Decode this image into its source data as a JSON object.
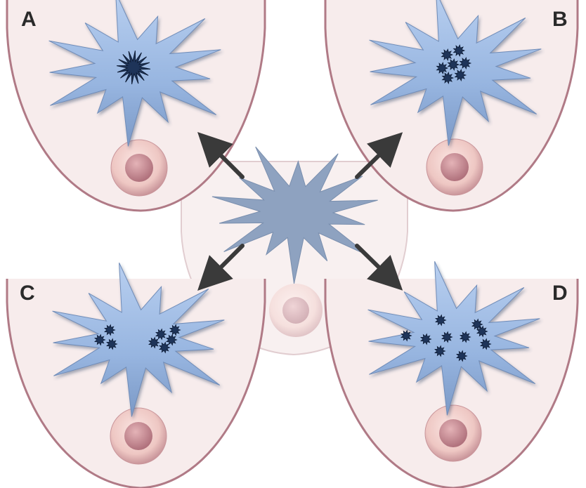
{
  "panels": [
    {
      "id": "A",
      "label": "A",
      "pattern": "single-central-dense-cluster",
      "focus_count": 1
    },
    {
      "id": "B",
      "label": "B",
      "pattern": "multiple-grouped-central-foci",
      "focus_count": 7
    },
    {
      "id": "C",
      "label": "C",
      "pattern": "two-separate-clusters",
      "focus_count": 8
    },
    {
      "id": "D",
      "label": "D",
      "pattern": "diffusely-scattered-foci",
      "focus_count": 10
    }
  ],
  "colors": {
    "breast_fill": "#f7ecec",
    "breast_outline": "#b07a86",
    "tumor_fill": "#9dbbe4",
    "tumor_shadow": "#5d7aa8",
    "central_tumor": "#8ea2c0",
    "focus_fill": "#1e3459",
    "nipple_outer": "#e9c2c2",
    "nipple_inner": "#c98f96",
    "arrow": "#3a3a3a"
  }
}
